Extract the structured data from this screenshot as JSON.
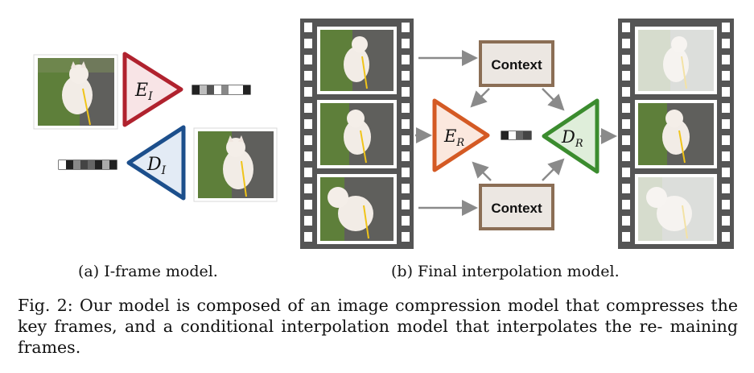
{
  "figure": {
    "encoder_i_label": "E",
    "encoder_i_sub": "I",
    "decoder_i_label": "D",
    "decoder_i_sub": "I",
    "encoder_r_label": "E",
    "encoder_r_sub": "R",
    "decoder_r_label": "D",
    "decoder_r_sub": "R",
    "context_top_label": "Context",
    "context_bottom_label": "Context",
    "colors": {
      "encoder_i": "#b0222e",
      "encoder_i_fill": "#f8e4e6",
      "decoder_i": "#1c4f8c",
      "decoder_i_fill": "#e3ebf5",
      "encoder_r": "#d45a24",
      "encoder_r_fill": "#fbe8de",
      "decoder_r": "#3b8c2e",
      "decoder_r_fill": "#dfeeda",
      "context_border": "#8b6e55",
      "context_fill": "#ece7e2",
      "film": "#555555",
      "arrow": "#8a8a8a"
    }
  },
  "subcaption_a": "(a) I-frame model.",
  "subcaption_b": "(b) Final interpolation model.",
  "caption": "Fig. 2: Our model is composed of an image compression model that compresses the key frames, and a conditional interpolation model that interpolates the re- maining frames."
}
